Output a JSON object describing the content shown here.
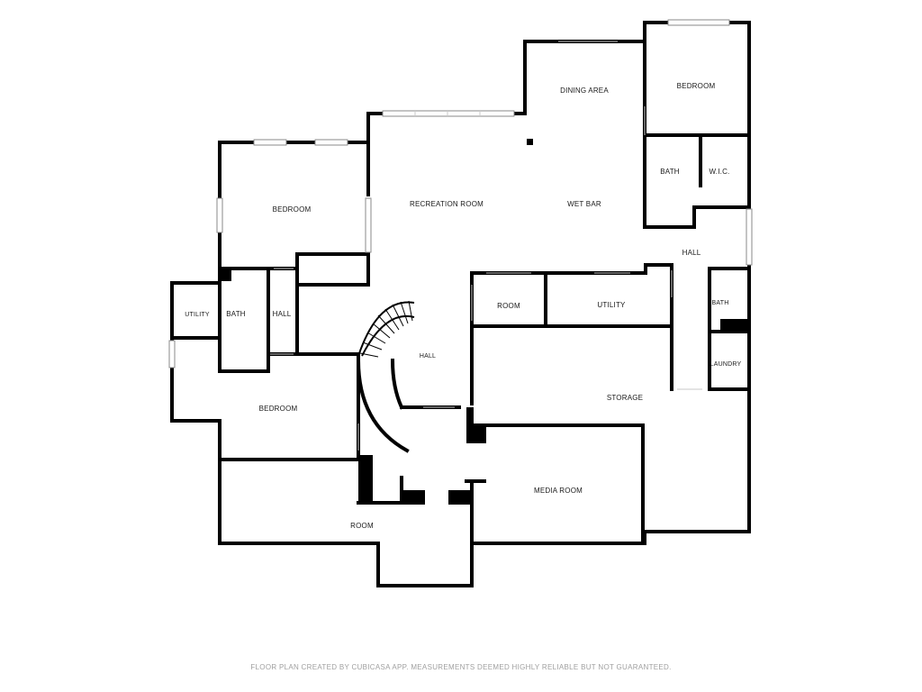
{
  "rooms": {
    "dining_area": "DINING AREA",
    "bedroom_ne": "BEDROOM",
    "bath_ne": "BATH",
    "wic": "W.I.C.",
    "recreation_room": "RECREATION ROOM",
    "wet_bar": "WET BAR",
    "bedroom_nw": "BEDROOM",
    "hall_east": "HALL",
    "utility_west": "UTILITY",
    "bath_west": "BATH",
    "hall_west": "HALL",
    "room_center": "ROOM",
    "utility_center": "UTILITY",
    "bath_east": "BATH",
    "hall_center": "HALL",
    "laundry": "LAUNDRY",
    "storage": "STORAGE",
    "bedroom_sw": "BEDROOM",
    "media_room": "MEDIA ROOM",
    "room_south": "ROOM"
  },
  "footer": {
    "note": "FLOOR PLAN CREATED BY CUBICASA APP. MEASUREMENTS DEEMED HIGHLY RELIABLE BUT NOT GUARANTEED."
  }
}
